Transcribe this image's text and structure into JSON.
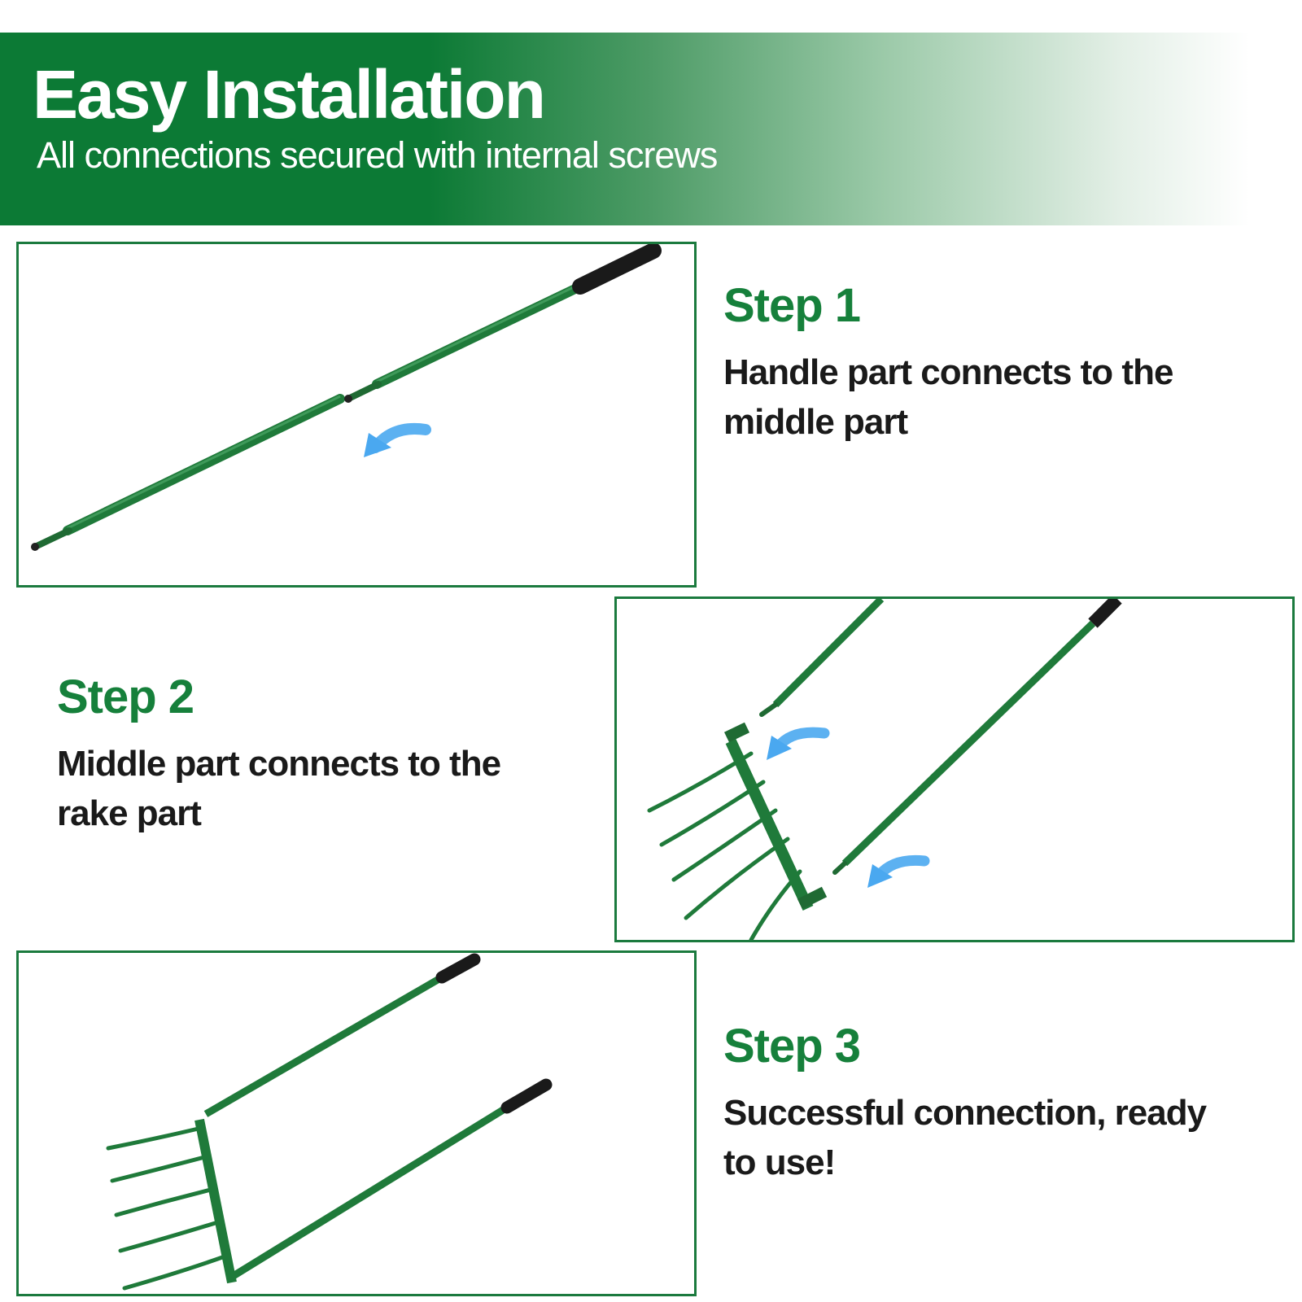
{
  "header": {
    "title": "Easy Installation",
    "subtitle": "All connections secured with internal screws"
  },
  "steps": [
    {
      "title": "Step 1",
      "description": "Handle part connects to the middle part"
    },
    {
      "title": "Step 2",
      "description": "Middle part connects to the rake part"
    },
    {
      "title": "Step 3",
      "description": "Successful connection, ready to use!"
    }
  ],
  "colors": {
    "brand_green": "#0c7a35",
    "step_title_green": "#16803b",
    "panel_border": "#1b7a3e",
    "pole_green": "#1f7a3a",
    "grip_black": "#1a1a1a",
    "arrow_blue": "#4aa8f0"
  },
  "icons": [
    "arrow-icon"
  ]
}
